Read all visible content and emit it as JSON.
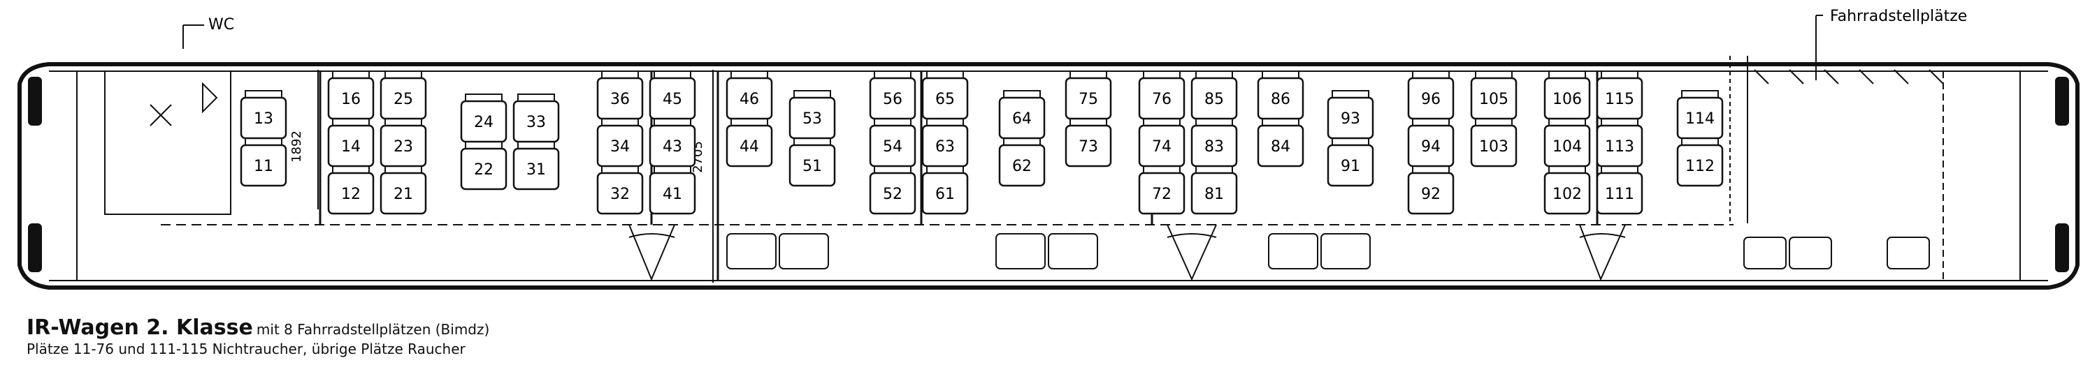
{
  "labels": {
    "wc": "WC",
    "bike": "Fahrradstellplätze",
    "dim_width": "1892",
    "dim_aisle": "2705"
  },
  "caption": {
    "title": "IR-Wagen 2. Klasse",
    "subtitle": "mit 8 Fahrradstellplätzen (Bimdz)",
    "line2": "Plätze 11-76 und 111-115 Nichtraucher, übrige Plätze Raucher"
  },
  "seat_numbers": [
    "11",
    "12",
    "13",
    "14",
    "16",
    "21",
    "22",
    "23",
    "24",
    "25",
    "31",
    "32",
    "33",
    "34",
    "36",
    "41",
    "43",
    "44",
    "45",
    "46",
    "51",
    "52",
    "53",
    "54",
    "56",
    "61",
    "62",
    "63",
    "64",
    "65",
    "72",
    "73",
    "74",
    "75",
    "76",
    "81",
    "83",
    "84",
    "85",
    "86",
    "91",
    "92",
    "93",
    "94",
    "96",
    "102",
    "103",
    "104",
    "105",
    "106",
    "111",
    "112",
    "113",
    "114",
    "115"
  ],
  "colors": {
    "line": "#111111",
    "paper": "#ffffff"
  }
}
